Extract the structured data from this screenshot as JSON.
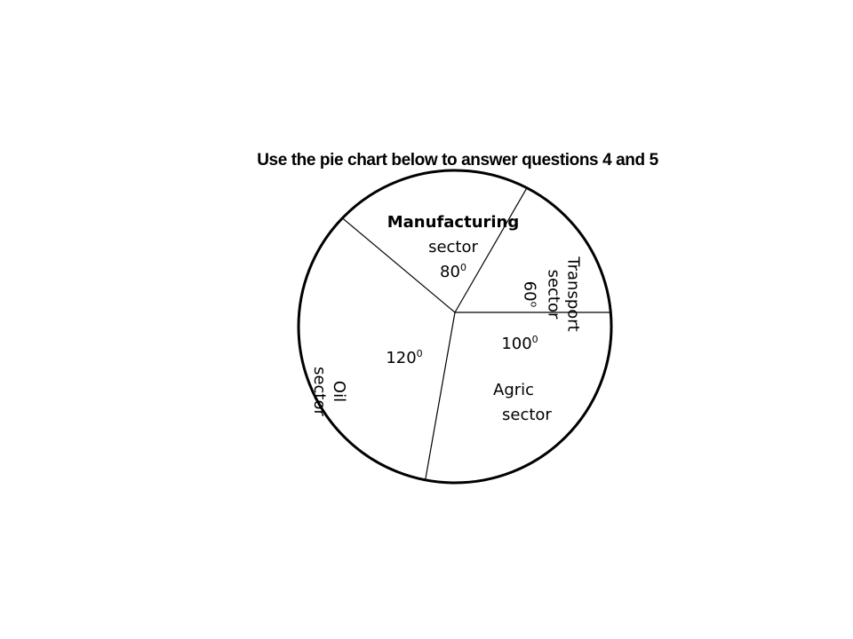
{
  "heading": "Use the pie chart below to answer questions 4 and 5",
  "chart_data": {
    "type": "pie",
    "unit": "degrees",
    "slices": [
      {
        "name_lines": [
          "Manufacturing",
          "sector"
        ],
        "value": 80,
        "label": "80",
        "sup": "0"
      },
      {
        "name_lines": [
          "Transport",
          "sector"
        ],
        "value": 60,
        "label": "60",
        "sup": "o"
      },
      {
        "name_lines": [
          "Agric",
          "sector"
        ],
        "value": 100,
        "label": "100",
        "sup": "0"
      },
      {
        "name_lines": [
          "Oil",
          "sector"
        ],
        "value": 120,
        "label": "120",
        "sup": "0"
      }
    ]
  }
}
